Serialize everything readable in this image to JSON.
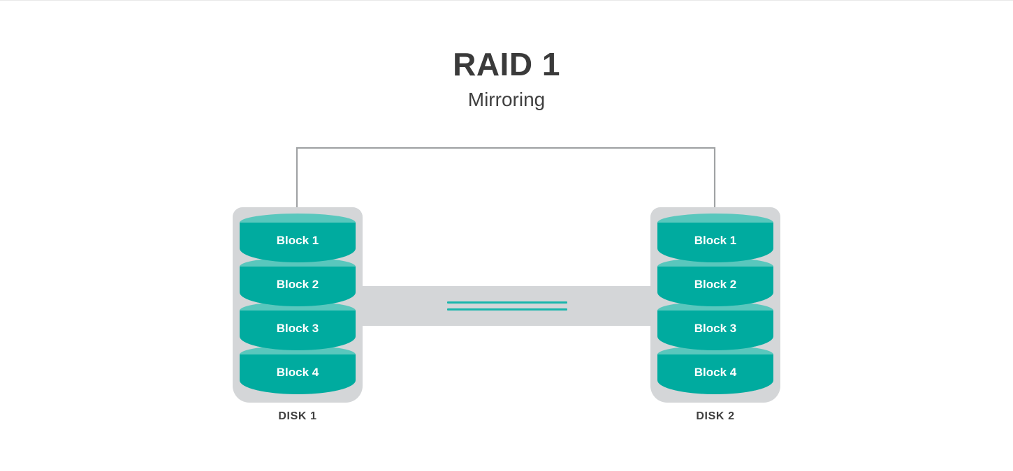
{
  "diagram": {
    "title": "RAID 1",
    "subtitle": "Mirroring",
    "colors": {
      "block_body": "#00ab9f",
      "block_top": "#59c7bd",
      "shell": "#d4d6d8",
      "mirror_bar": "#d4d6d8",
      "mirror_line": "#19b5ab",
      "connector_line": "#a0a2a4",
      "text_dark": "#3a3a3a",
      "text_on_block": "#ffffff",
      "background": "#ffffff"
    },
    "connector": {
      "name": "bracket-connector",
      "description": "write-splitter bracket from controller to both disks"
    },
    "mirror_link": {
      "name": "mirror-link-bar",
      "line_count": 2
    },
    "disks": [
      {
        "id": "disk-1",
        "caption": "DISK 1",
        "blocks": [
          {
            "label": "Block 1"
          },
          {
            "label": "Block 2"
          },
          {
            "label": "Block 3"
          },
          {
            "label": "Block 4"
          }
        ]
      },
      {
        "id": "disk-2",
        "caption": "DISK 2",
        "blocks": [
          {
            "label": "Block 1"
          },
          {
            "label": "Block 2"
          },
          {
            "label": "Block 3"
          },
          {
            "label": "Block 4"
          }
        ]
      }
    ]
  }
}
